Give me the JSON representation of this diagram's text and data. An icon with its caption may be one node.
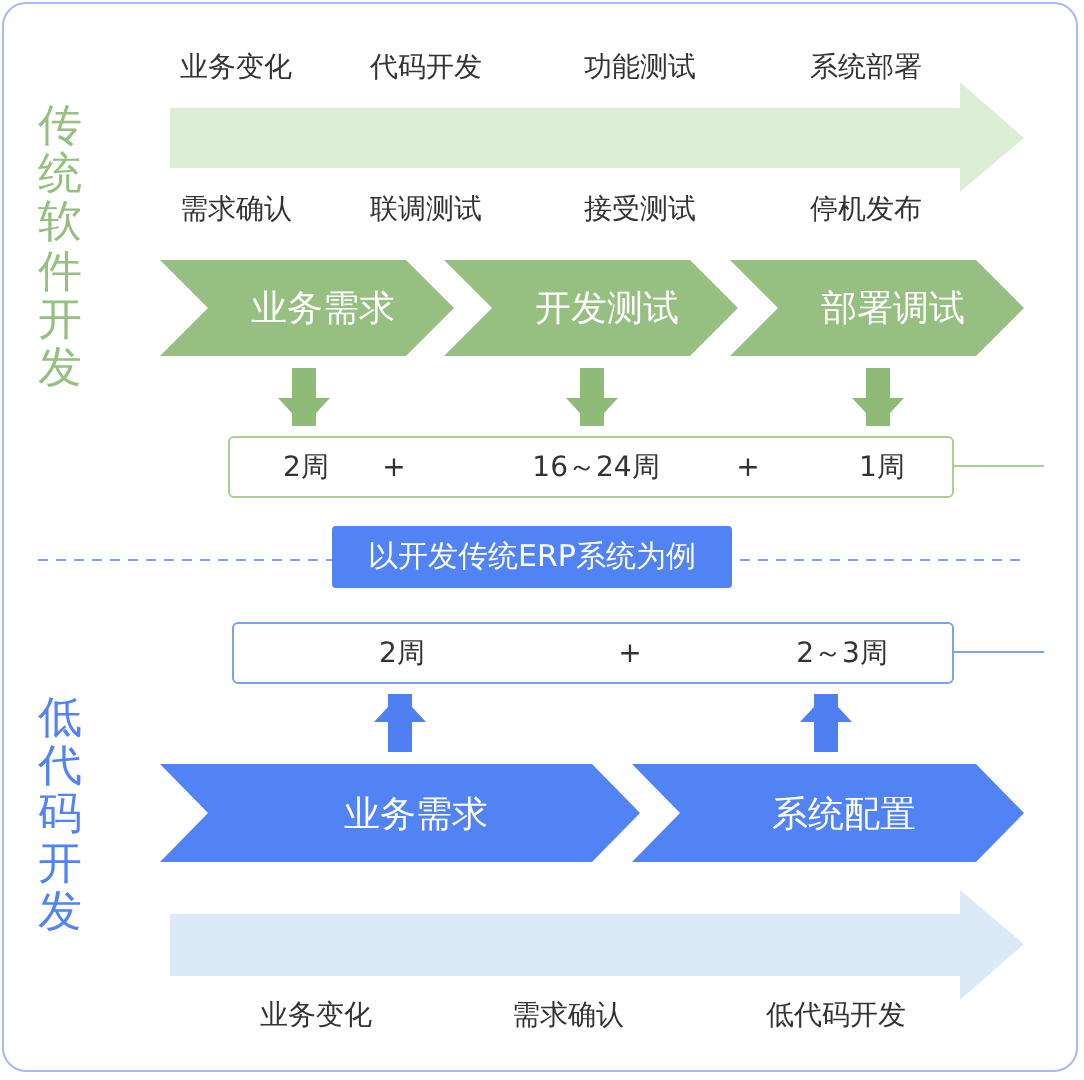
{
  "diagram": {
    "nodes": [
      {
        "text": [
          "业务需求"
        ]
      },
      {
        "text": [
          "开发测试"
        ]
      },
      {
        "text": [
          "部署调试"
        ]
      },
      {
        "text": [
          "2周",
          "+",
          "16～24周",
          "+",
          "1周"
        ]
      },
      {
        "text": [
          "以开发传统ERP系统为例"
        ]
      },
      {
        "text": [
          "2周",
          "+",
          "2～3周"
        ]
      },
      {
        "text": [
          "业务需求"
        ]
      },
      {
        "text": [
          "系统配置"
        ]
      }
    ],
    "edges": [
      {
        "from": 0,
        "to": 3,
        "arrow": "to"
      },
      {
        "from": 1,
        "to": 3,
        "arrow": "to"
      },
      {
        "from": 2,
        "to": 3,
        "arrow": "to"
      },
      {
        "from": 6,
        "to": 5,
        "arrow": "to",
        "color": "#4f7ff0"
      },
      {
        "from": 7,
        "to": 5,
        "arrow": "to",
        "color": "#4f7ff0"
      }
    ],
    "labels": [
      "传统软件开发",
      "业务变化",
      "代码开发",
      "功能测试",
      "系统部署",
      "需求确认",
      "联调测试",
      "接受测试",
      "停机发布",
      "低代码开发",
      "业务变化",
      "需求确认",
      "低代码开发"
    ]
  }
}
